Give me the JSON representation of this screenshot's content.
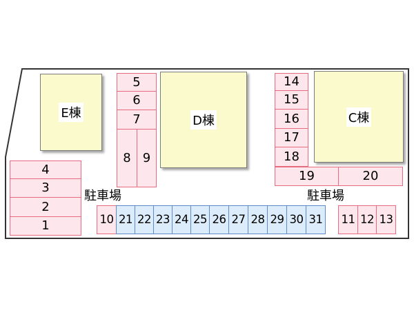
{
  "buildings": {
    "e": {
      "label": "E棟"
    },
    "d": {
      "label": "D棟"
    },
    "c": {
      "label": "C棟"
    }
  },
  "parking_labels": {
    "left": "駐車場",
    "right": "駐車場"
  },
  "lots": {
    "n1": "1",
    "n2": "2",
    "n3": "3",
    "n4": "4",
    "n5": "5",
    "n6": "6",
    "n7": "7",
    "n8": "8",
    "n9": "9",
    "n10": "10",
    "n11": "11",
    "n12": "12",
    "n13": "13",
    "n14": "14",
    "n15": "15",
    "n16": "16",
    "n17": "17",
    "n18": "18",
    "n19": "19",
    "n20": "20",
    "n21": "21",
    "n22": "22",
    "n23": "23",
    "n24": "24",
    "n25": "25",
    "n26": "26",
    "n27": "27",
    "n28": "28",
    "n29": "29",
    "n30": "30",
    "n31": "31"
  },
  "colors": {
    "lot_fill": "#fde7ec",
    "lot_border": "#e86a7e",
    "blue_lot_fill": "#dcecfb",
    "blue_lot_border": "#5f8ac9",
    "building_fill": "#fafacc"
  }
}
